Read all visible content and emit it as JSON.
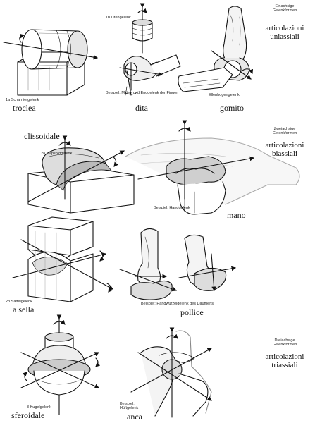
{
  "section_uniaxial": {
    "header_de": [
      "Einachsige",
      "Gelenkformen"
    ],
    "title_it": [
      "articolazioni",
      "uniassiali"
    ],
    "hinge": {
      "label_de": "1a Scharniergelenk",
      "label_it": "troclea"
    },
    "pivot": {
      "label_de": "1b Drehgelenk"
    },
    "finger": {
      "label_de": "Beispiel: Mittel- und Endgelenk der Finger",
      "label_it": "dita"
    },
    "elbow": {
      "label_de": "Ellenbogengelenk",
      "label_it": "gomito"
    }
  },
  "section_biaxial": {
    "header_de": [
      "Zweiachsige",
      "Gelenkformen"
    ],
    "title_it": [
      "articolazioni",
      "biassiali"
    ],
    "ellipsoid": {
      "label_de": "2a Ellipsoidgelenk",
      "label_it": "clissoidale"
    },
    "hand": {
      "label_de": "Beispiel: Handgelenk",
      "label_it": "mano"
    },
    "saddle": {
      "label_de": "2b Sattelgelenk",
      "label_it": "a sella"
    },
    "thumb": {
      "label_de": "Beispiel: Handwurzelgelenk des Daumens",
      "label_it": "pollice"
    }
  },
  "section_triaxial": {
    "header_de": [
      "Dreiachsige",
      "Gelenkformen"
    ],
    "title_it": [
      "articolazioni",
      "triassiali"
    ],
    "ball": {
      "label_de": "3 Kugelgelenk",
      "label_it": "sferoidale"
    },
    "hip": {
      "label_de": [
        "Beispiel:",
        "Hüftgelenk"
      ],
      "label_it": "anca"
    }
  }
}
